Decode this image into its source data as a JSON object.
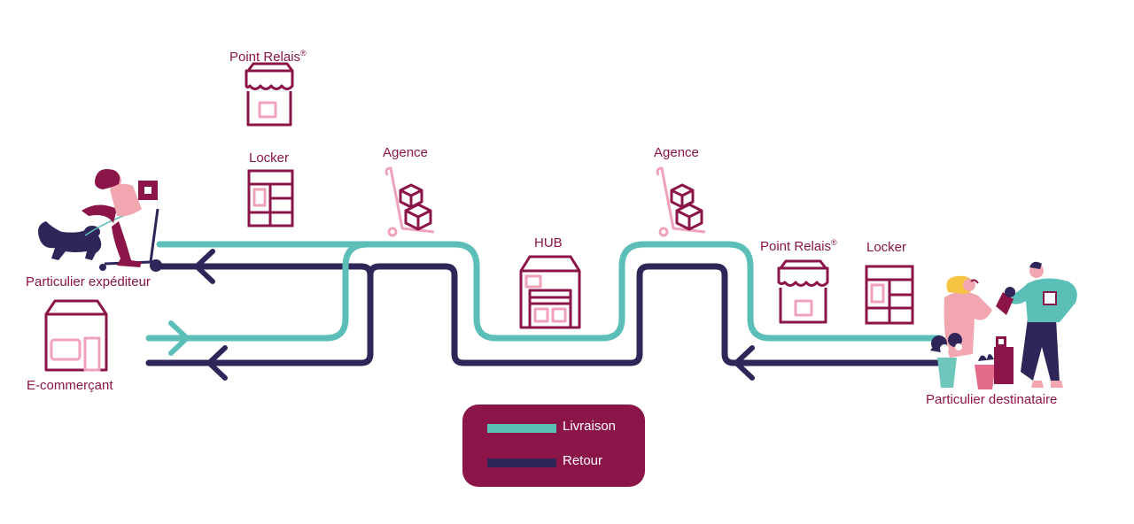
{
  "labels": {
    "point_relais_top": "Point Relais",
    "point_relais_right": "Point Relais",
    "registered_mark": "®",
    "locker_left": "Locker",
    "locker_right": "Locker",
    "agence_left": "Agence",
    "agence_right": "Agence",
    "hub": "HUB",
    "particulier_expediteur": "Particulier expéditeur",
    "e_commercant": "E-commerçant",
    "particulier_destinataire": "Particulier destinataire"
  },
  "legend": {
    "livraison": "Livraison",
    "retour": "Retour"
  },
  "colors": {
    "livraison": "#5bbfb8",
    "retour": "#2f2558",
    "brand": "#8b1448",
    "pink": "#f0a3b8",
    "person_pink": "#f2a6b0",
    "teal_pot": "#6fc7bc"
  }
}
